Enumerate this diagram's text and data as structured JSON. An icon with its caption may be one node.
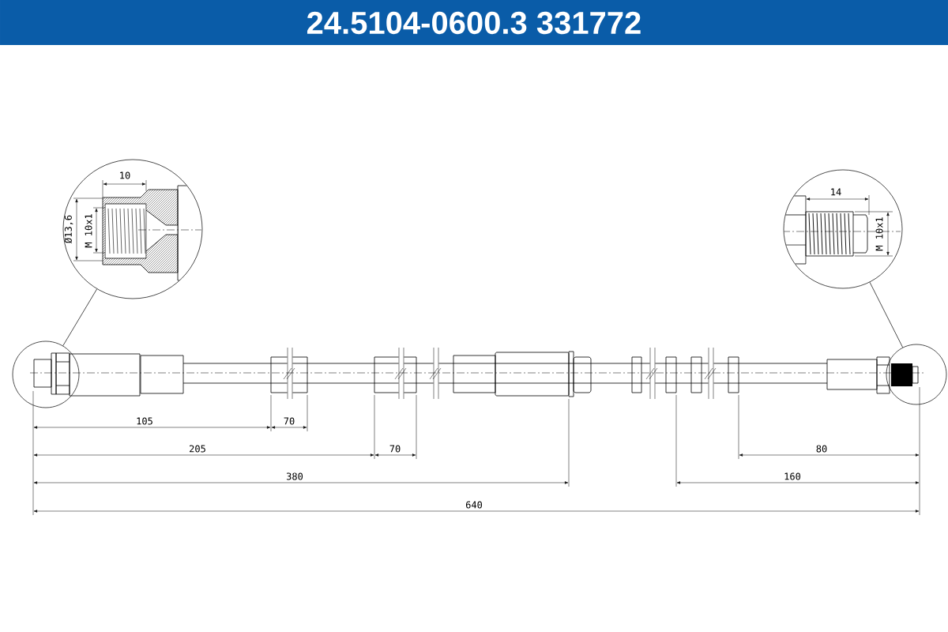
{
  "diagram": {
    "title": "24.5104-0600.3 331772",
    "nodes": [
      {
        "text": [],
        "shape": "circle"
      },
      {
        "text": [],
        "shape": "circle"
      },
      {
        "text": [],
        "shape": "circle"
      },
      {
        "text": [],
        "shape": "circle"
      }
    ],
    "edges": [
      {
        "from": 2,
        "to": 0,
        "arrow": "none"
      },
      {
        "from": 3,
        "to": 1,
        "arrow": "none"
      }
    ],
    "labels": [
      "10",
      "Ø13,6",
      "M 10x1",
      "14",
      "M 10x1",
      "105",
      "70",
      "205",
      "70",
      "80",
      "380",
      "160",
      "640"
    ]
  }
}
